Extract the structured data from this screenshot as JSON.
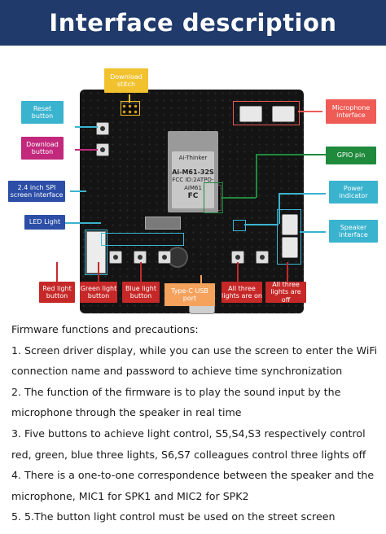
{
  "header": {
    "title": "Interface description"
  },
  "board": {
    "chip_brand": "Ai-Thinker",
    "chip_model": "Ai-M61-32S",
    "chip_cert": "FCC ID:2ATPO-AIM61",
    "chip_mark": "FC"
  },
  "labels": {
    "download_stitch": "Download\nstitch",
    "reset_button": "Reset\nbutton",
    "download_button": "Download\nbutton",
    "spi_interface": "2.4 inch SPI\nscreen interface",
    "led_light": "LED Light",
    "microphone_interface": "Microphone\ninterface",
    "gpio_pin": "GPIO pin",
    "power_indicator": "Power\nindicator",
    "speaker_interface": "Speaker\ninterface",
    "red_light_button": "Red light\nbutton",
    "green_light_button": "Green light\nbutton",
    "blue_light_button": "Blue light\nbutton",
    "typec_port": "Type-C USB\nport",
    "all_on": "All three\nlights are on",
    "all_off": "All three\nlights are off"
  },
  "notes": {
    "heading": "Firmware functions and precautions:",
    "items": [
      "1. Screen driver display, while you can use the screen to enter the WiFi connection name and password to achieve time synchronization",
      "2. The function of the firmware is to play the sound input by the microphone through the speaker in real time",
      "3. Five buttons to achieve light control, S5,S4,S3 respectively control red, green, blue three lights, S6,S7 colleagues control three lights off",
      "4. There is a one-to-one correspondence between the speaker and the microphone, MIC1 for SPK1 and MIC2 for SPK2",
      "5. 5.The button light control must be used on the street screen"
    ]
  },
  "colors": {
    "banner": "#1f3a6b",
    "cyan": "#3ab3cf",
    "magenta": "#c2297d",
    "blue": "#2c4ea6",
    "yellow": "#f2c12e",
    "coral": "#ef5b55",
    "green": "#1f8a3c",
    "red": "#c62828",
    "orange": "#f5a25d"
  }
}
